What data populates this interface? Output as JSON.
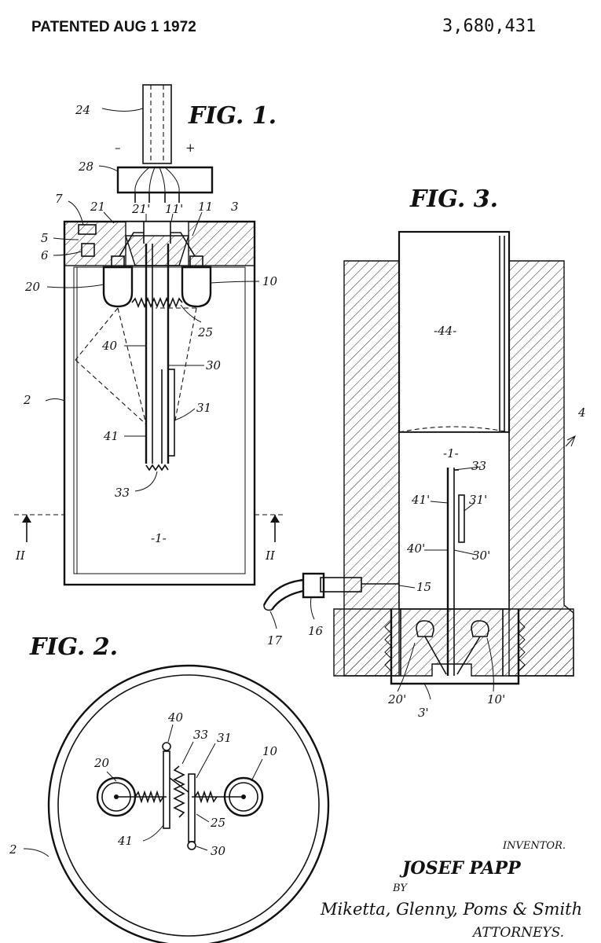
{
  "header": {
    "patented": "PATENTED AUG 1 1972",
    "patent_number": "3,680,431"
  },
  "fig1": {
    "title": "FIG. 1.",
    "minus": "–",
    "plus": "+",
    "refs": {
      "r24": "24",
      "r28": "28",
      "r7": "7",
      "r21": "21",
      "r21p": "21'",
      "r11p": "11'",
      "r11": "11",
      "r3": "3",
      "r5": "5",
      "r6": "6",
      "r20": "20",
      "r10": "10",
      "r25": "25",
      "r40": "40",
      "r30": "30",
      "r2": "2",
      "r31": "31",
      "r41": "41",
      "r33": "33",
      "chamber": "-1-",
      "sec_left": "II",
      "sec_right": "II"
    }
  },
  "fig2": {
    "title": "FIG. 2.",
    "refs": {
      "r20": "20",
      "r40": "40",
      "r33": "33",
      "r31": "31",
      "r10": "10",
      "r2": "2",
      "r41": "41",
      "r25": "25",
      "r30": "30"
    }
  },
  "fig3": {
    "title": "FIG. 3.",
    "refs": {
      "r44": "-44-",
      "r4": "4",
      "chamber": "-1-",
      "r33": "33",
      "r41p": "41'",
      "r31p": "31'",
      "r40p": "40'",
      "r30p": "30'",
      "r15": "15",
      "r16": "16",
      "r17": "17",
      "r20p": "20'",
      "r10p": "10'",
      "r3p": "3'"
    }
  },
  "signature": {
    "inventor_label": "INVENTOR.",
    "inventor_name": "JOSEF PAPP",
    "by": "BY",
    "attorneys": "Miketta, Glenny, Poms & Smith",
    "attorneys_label": "ATTORNEYS."
  }
}
